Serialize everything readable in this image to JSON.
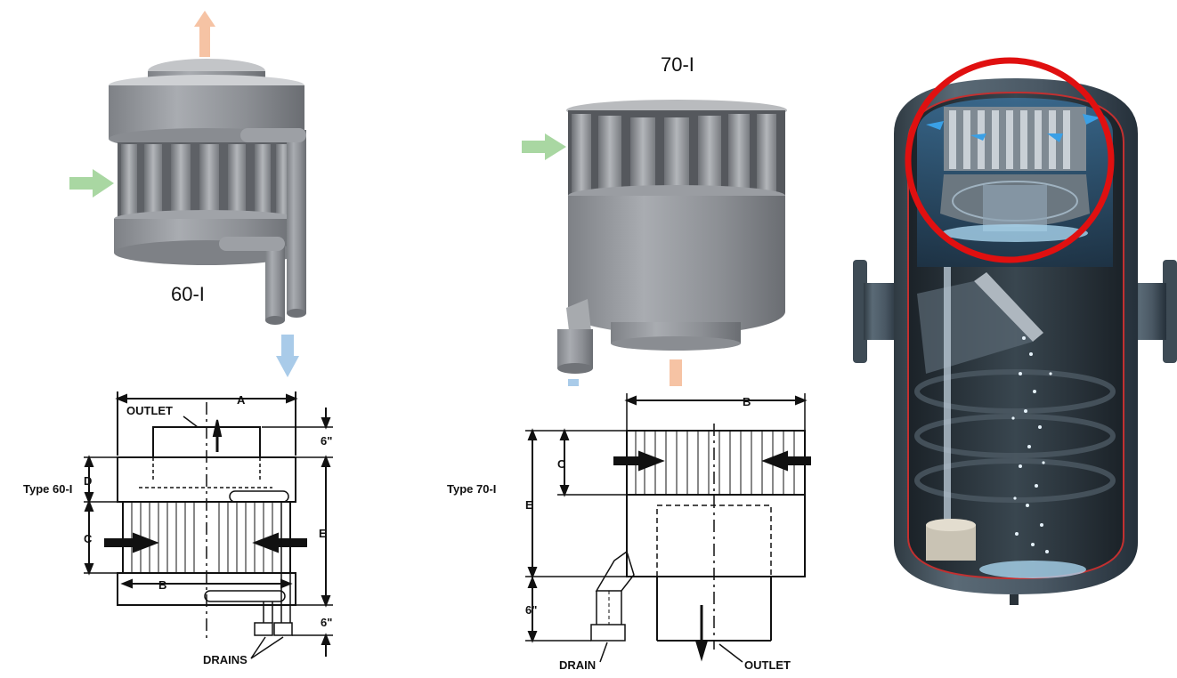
{
  "models": {
    "left_render_label": "60-I",
    "middle_render_label": "70-I"
  },
  "drawing_60": {
    "type_label": "Type 60-I",
    "dim_a": "A",
    "dim_b": "B",
    "dim_c": "C",
    "dim_d": "D",
    "dim_e": "E",
    "dim_top": "6\"",
    "dim_bottom": "6\"",
    "outlet_label": "OUTLET",
    "drains_label": "DRAINS"
  },
  "drawing_70": {
    "type_label": "Type 70-I",
    "dim_b": "B",
    "dim_c": "C",
    "dim_e": "E",
    "dim_bottom": "6\"",
    "drain_label": "DRAIN",
    "outlet_label": "OUTLET"
  },
  "colors": {
    "inlet_arrow": "#a9d7a2",
    "outlet_arrow": "#f6c3a4",
    "drain_arrow": "#a9cbe9",
    "highlight_circle": "#e01010",
    "vessel": "#4a5a66"
  }
}
